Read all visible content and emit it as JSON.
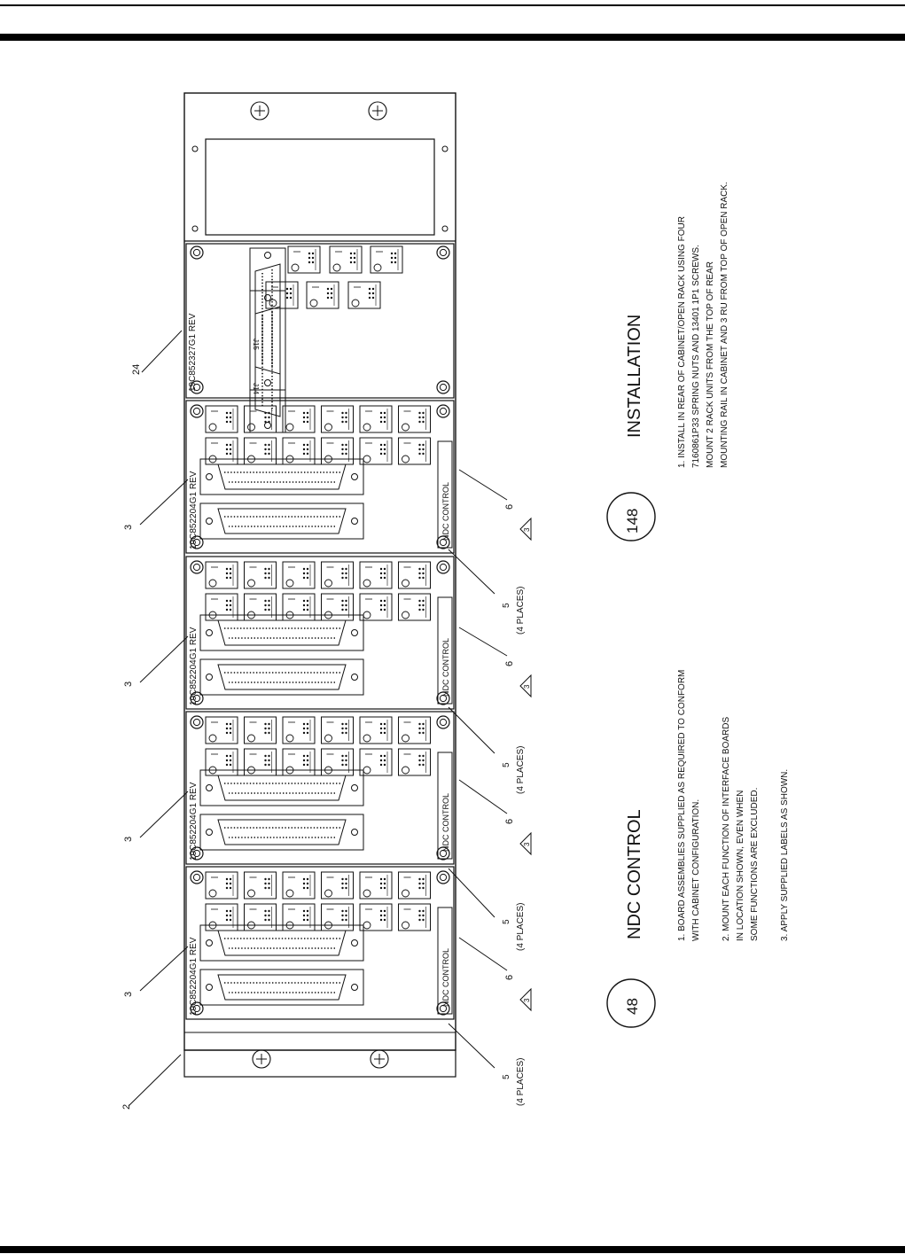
{
  "callouts": {
    "c2": "2",
    "c3a": "3",
    "c3b": "3",
    "c3c": "3",
    "c3d": "3",
    "c24": "24",
    "c5": "5",
    "c6": "6",
    "four_places": "(4 PLACES)",
    "tri": "3"
  },
  "boards": {
    "b1": "19C852204G1  REV",
    "b2": "19C852204G1  REV",
    "b3": "19C852204G1  REV",
    "b4": "19C852204G1  REV",
    "b5": "19C852327G1  REV",
    "label": "NDC CONTROL"
  },
  "connectors": {
    "j14": "J14",
    "j15": "J15"
  },
  "circles": {
    "left": "48",
    "right": "148"
  },
  "sections": {
    "ndc_title": "NDC CONTROL",
    "ndc_notes": [
      "1.   BOARD ASSEMBLIES SUPPLIED AS REQUIRED TO CONFORM",
      "      WITH CABINET CONFIGURATION.",
      "2.   MOUNT EACH FUNCTION OF INTERFACE BOARDS",
      "      IN LOCATION SHOWN, EVEN WHEN",
      "      SOME FUNCTIONS ARE EXCLUDED.",
      "3.   APPLY SUPPLIED LABELS AS SHOWN."
    ],
    "inst_title": "INSTALLATION",
    "inst_notes": [
      "1.   INSTALL IN REAR OF CABINET/OPEN RACK USING FOUR",
      "      7160861P33 SPRING NUTS AND 13401 1P1 SCREWS.",
      "      MOUNT 2 RACK UNITS FROM THE TOP OF REAR",
      "      MOUNTING RAIL IN CABINET AND 3 RU FROM TOP OF OPEN RACK."
    ]
  }
}
